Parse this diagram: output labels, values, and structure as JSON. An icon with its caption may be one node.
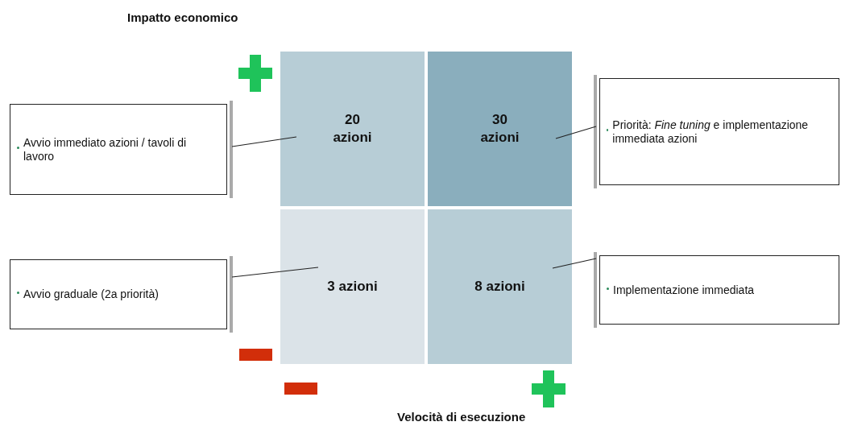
{
  "diagram": {
    "nodes": [
      {
        "text": [
          "20 azioni"
        ]
      },
      {
        "text": [
          "30 azioni"
        ]
      },
      {
        "text": [
          "3 azioni"
        ]
      },
      {
        "text": [
          "8 azioni"
        ]
      },
      {
        "text": [
          "Avvio immediato azioni / tavoli di lavoro"
        ]
      },
      {
        "text": [
          "Priorità: *Fine tuning* e implementazione immediata azioni"
        ]
      },
      {
        "text": [
          "Avvio graduale (2a priorità)"
        ]
      },
      {
        "text": [
          "Implementazione immediata"
        ]
      }
    ],
    "edges": [
      {
        "from": 4,
        "to": 0,
        "arrow": "none"
      },
      {
        "from": 5,
        "to": 1,
        "arrow": "none"
      },
      {
        "from": 6,
        "to": 2,
        "arrow": "none"
      },
      {
        "from": 7,
        "to": 3,
        "arrow": "none"
      }
    ],
    "labels": [
      "Impatto economico",
      "Velocità di esecuzione"
    ]
  }
}
